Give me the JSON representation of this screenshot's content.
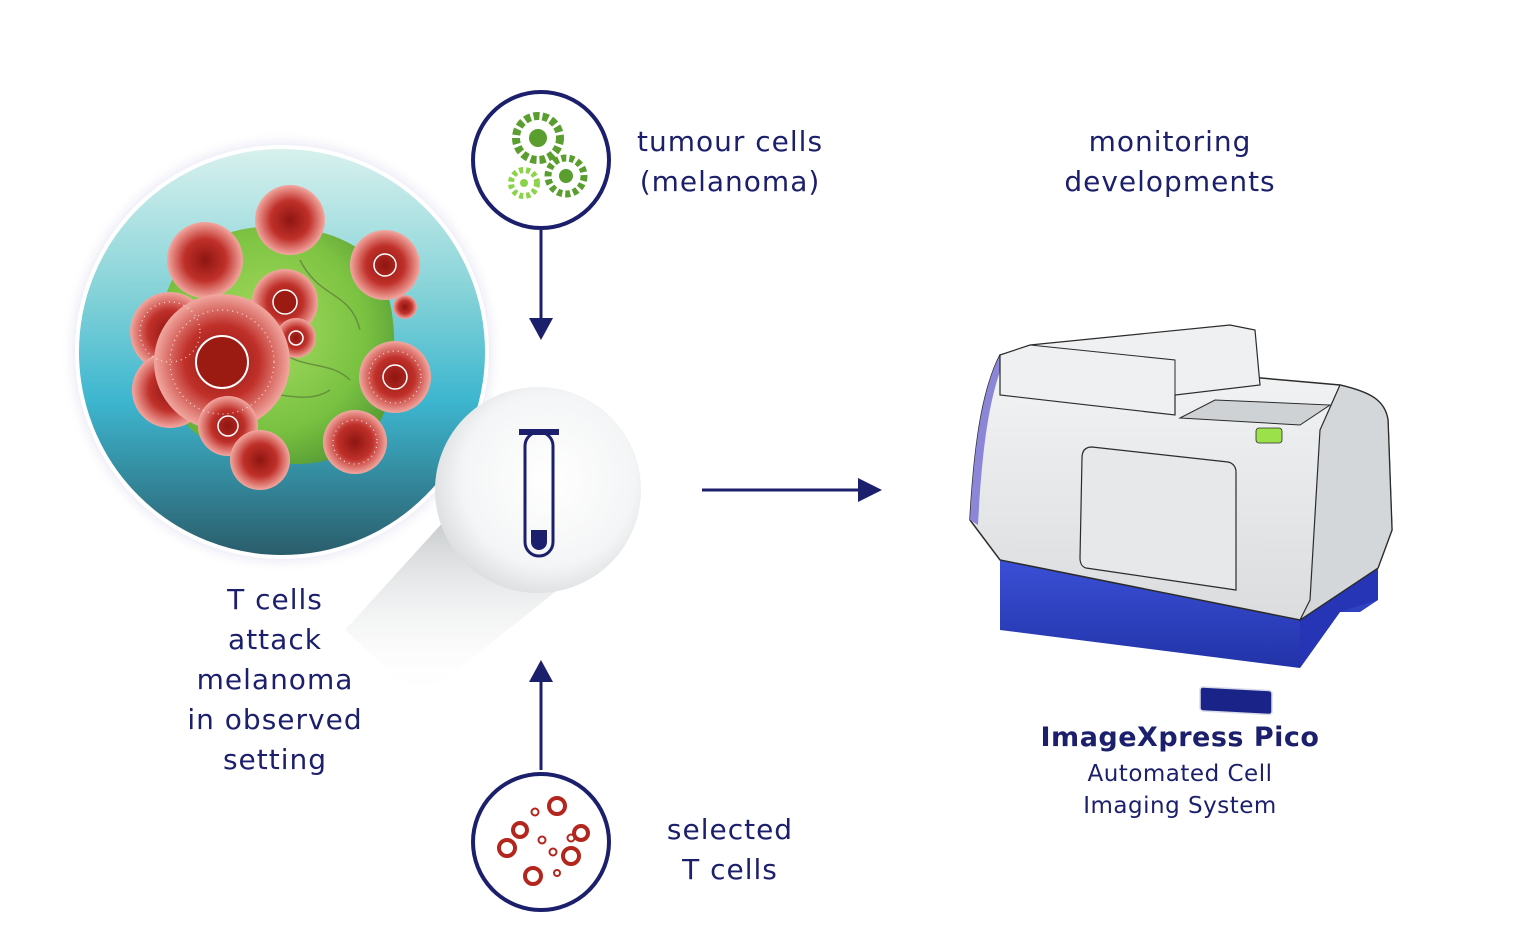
{
  "labels": {
    "tumour_line1": "tumour cells",
    "tumour_line2": "(melanoma)",
    "monitoring_line1": "monitoring",
    "monitoring_line2": "developments",
    "tcells_line1": "T cells",
    "tcells_line2": "attack",
    "tcells_line3": "melanoma",
    "tcells_line4": "in observed",
    "tcells_line5": "setting",
    "selected_line1": "selected",
    "selected_line2": "T cells"
  },
  "device": {
    "name": "ImageXpress Pico",
    "desc_line1": "Automated Cell",
    "desc_line2": "Imaging System"
  },
  "colors": {
    "navy": "#1c1f6b",
    "tumour_green": "#5a9e2f",
    "tumour_light_green": "#8bd34a",
    "tcell_red": "#b3261e",
    "device_blue": "#2b3fc4",
    "device_gray": "#e9ebec",
    "indicator_green": "#9be24a"
  },
  "icons": {
    "tumour": "tumour-cells-icon",
    "tcells": "t-cells-icon",
    "tube": "test-tube-icon",
    "device": "imaging-system-icon"
  }
}
